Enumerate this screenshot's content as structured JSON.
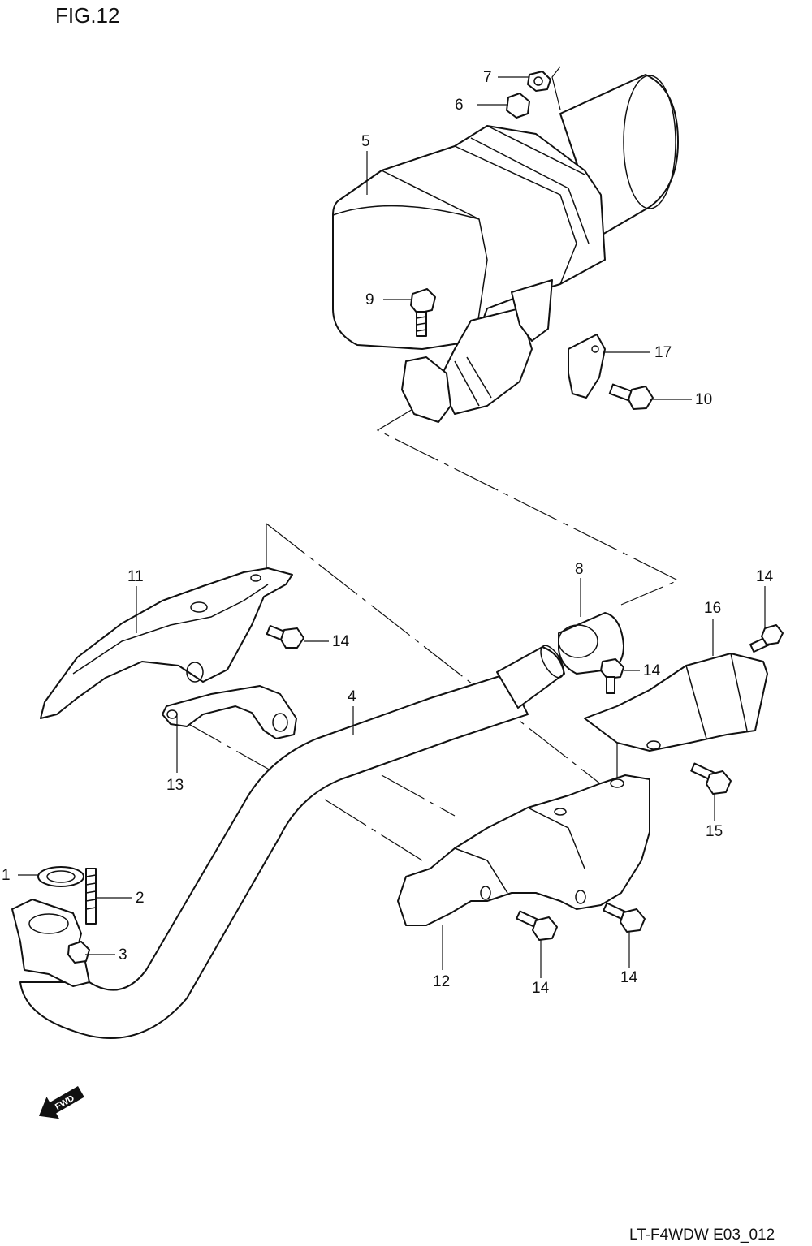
{
  "figure": {
    "title": "FIG.12",
    "code": "LT-F4WDW E03_012",
    "fwd_label": "FWD"
  },
  "callouts": {
    "c1": "1",
    "c2": "2",
    "c3": "3",
    "c4": "4",
    "c5": "5",
    "c6": "6",
    "c7": "7",
    "c8": "8",
    "c9": "9",
    "c10": "10",
    "c11": "11",
    "c12": "12",
    "c13": "13",
    "c14a": "14",
    "c14b": "14",
    "c14c": "14",
    "c14d": "14",
    "c14e": "14",
    "c15": "15",
    "c16": "16",
    "c17": "17"
  }
}
